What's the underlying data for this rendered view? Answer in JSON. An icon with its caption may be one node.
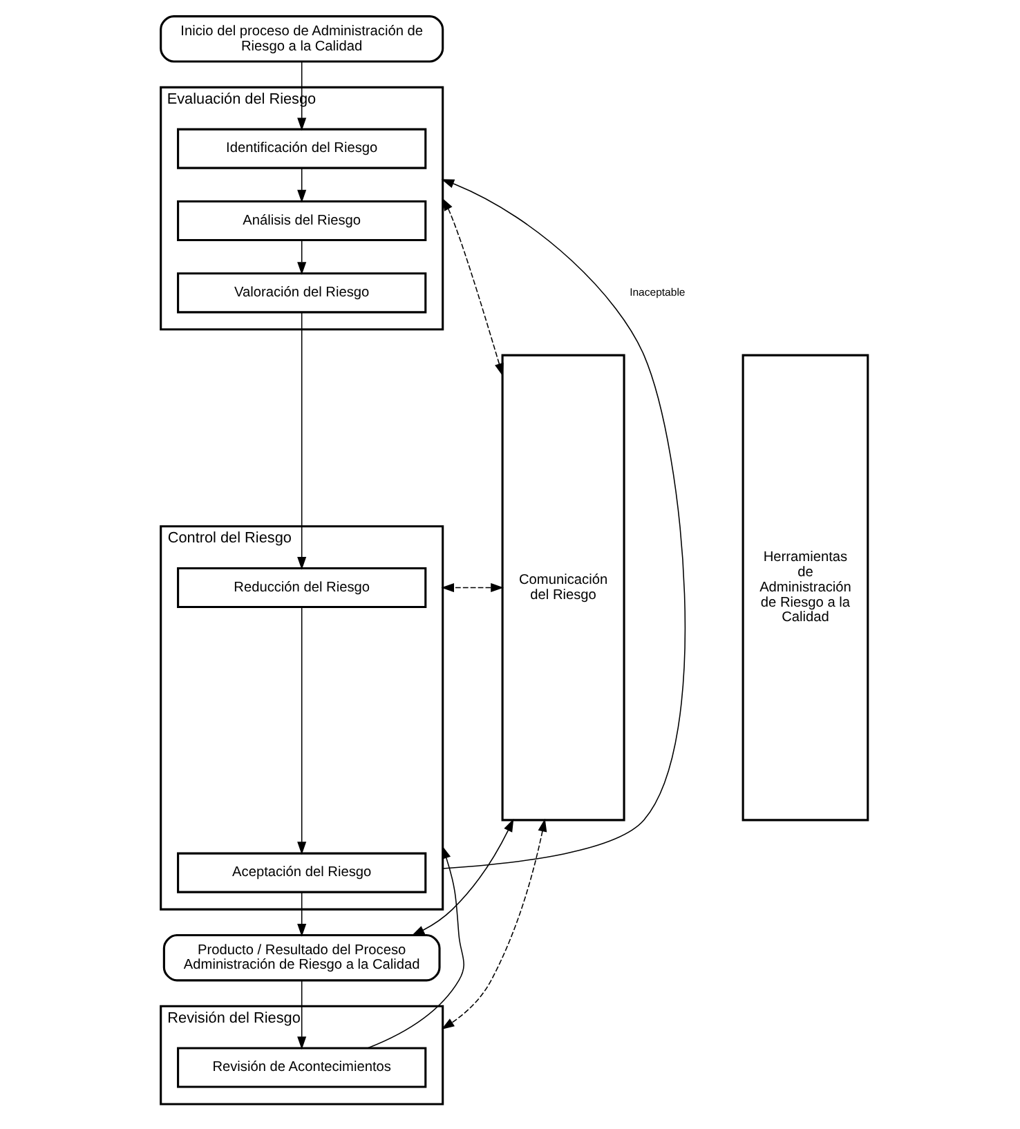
{
  "diagram": {
    "nodes": [
      {
        "text": [
          "Inicio del proceso de Administración de Riesgo a la Calidad"
        ]
      },
      {
        "text": [
          "Comunicación del Riesgo"
        ]
      },
      {
        "text": [
          "Evaluación del Riesgo"
        ]
      },
      {
        "text": [
          "Identificación del Riesgo"
        ],
        "in": 2
      },
      {
        "text": [
          "Análisis del Riesgo"
        ],
        "in": 2
      },
      {
        "text": [
          "Valoración del Riesgo"
        ],
        "in": 2
      },
      {
        "text": [
          "Control del Riesgo"
        ]
      },
      {
        "text": [
          "Reducción del Riesgo"
        ],
        "in": 6
      },
      {
        "text": [
          "Aceptación del Riesgo"
        ],
        "in": 6
      },
      {
        "text": [
          "Producto / Resultado del Proceso Administración de Riesgo a la Calidad"
        ]
      },
      {
        "text": [
          "Revisión del Riesgo"
        ]
      },
      {
        "text": [
          "Revisión de Acontecimientos"
        ],
        "in": 10
      },
      {
        "text": [
          "Herramientas de Administración de Riesgo a la Calidad"
        ]
      }
    ],
    "edges": [
      {
        "from": 0,
        "to": 3,
        "arrow": "to"
      },
      {
        "from": 3,
        "to": 4,
        "arrow": "to"
      },
      {
        "from": 4,
        "to": 5,
        "arrow": "to"
      },
      {
        "from": 5,
        "to": 7,
        "arrow": "to"
      },
      {
        "from": 7,
        "to": 8,
        "arrow": "to"
      },
      {
        "from": 8,
        "to": 9,
        "arrow": "to"
      },
      {
        "from": 9,
        "to": 11,
        "arrow": "to"
      },
      {
        "from": 6,
        "to": 2,
        "arrow": "to",
        "label": "Inaceptable"
      },
      {
        "from": 11,
        "to": 6,
        "arrow": "to"
      },
      {
        "from": 1,
        "to": 2,
        "arrow": "both",
        "style": "dashed"
      },
      {
        "from": 1,
        "to": 6,
        "arrow": "both",
        "style": "dashed"
      },
      {
        "from": 1,
        "to": 9,
        "arrow": "both"
      },
      {
        "from": 1,
        "to": 10,
        "arrow": "both",
        "style": "dashed"
      }
    ]
  }
}
